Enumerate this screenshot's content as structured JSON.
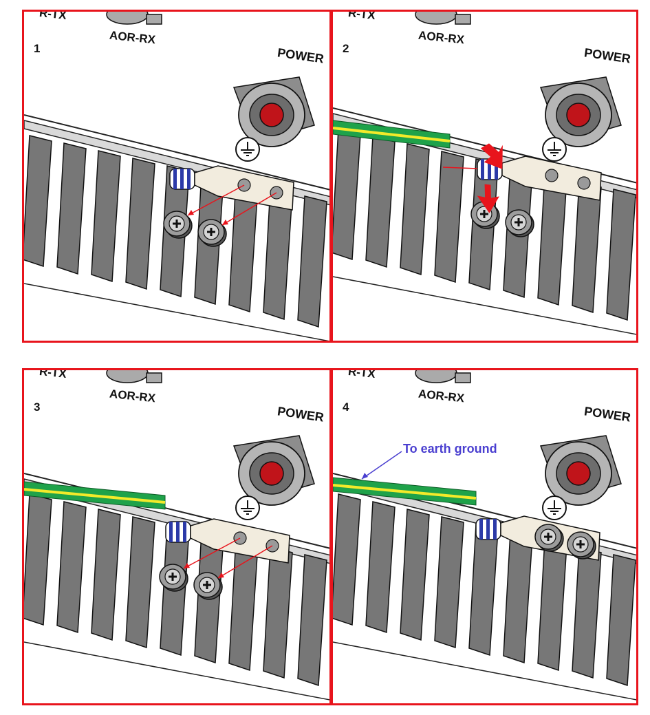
{
  "colors": {
    "frame": "#e8141c",
    "arrow": "#e8141c",
    "annotation": "#4a3fd0",
    "wire_green": "#1fa24a",
    "wire_yellow": "#f3ea2a",
    "sleeve_blue": "#2c3aa8",
    "power_button": "#c0141a",
    "heatsink": "#777777"
  },
  "labels": {
    "tx": "R-TX",
    "rx": "AOR-RX",
    "power": "POWER"
  },
  "icons": [
    "earth-ground-icon",
    "screw-icon",
    "ring-terminal-icon",
    "cable-gland-icon",
    "crimp-arrow-icon"
  ],
  "panels": [
    {
      "step": "1",
      "wire": false,
      "screw_arrows": true,
      "crimp_arrows": false,
      "screws_installed": false,
      "annotation": ""
    },
    {
      "step": "2",
      "wire": true,
      "screw_arrows": false,
      "crimp_arrows": true,
      "screws_installed": false,
      "annotation": ""
    },
    {
      "step": "3",
      "wire": true,
      "screw_arrows": true,
      "crimp_arrows": false,
      "screws_installed": false,
      "annotation": ""
    },
    {
      "step": "4",
      "wire": true,
      "screw_arrows": false,
      "crimp_arrows": false,
      "screws_installed": true,
      "annotation": "To earth ground"
    }
  ]
}
